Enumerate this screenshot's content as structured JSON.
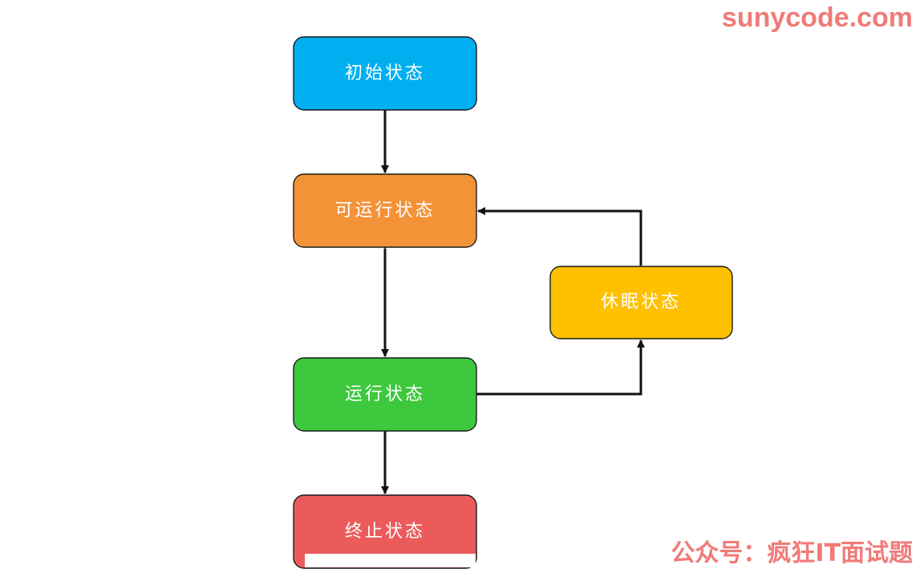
{
  "watermark": {
    "site": "sunycode.com",
    "account": "公众号：疯狂IT面试题",
    "color": "#f07b78"
  },
  "nodes": {
    "initial": {
      "label": "初始状态",
      "color": "#00aff0"
    },
    "runnable": {
      "label": "可运行状态",
      "color": "#f39237"
    },
    "running": {
      "label": "运行状态",
      "color": "#3dc83d"
    },
    "sleeping": {
      "label": "休眠状态",
      "color": "#ffc000"
    },
    "terminated": {
      "label": "终止状态",
      "color": "#ec5b5b"
    }
  },
  "edges": [
    {
      "from": "initial",
      "to": "runnable",
      "direction": "forward"
    },
    {
      "from": "runnable",
      "to": "running",
      "direction": "both"
    },
    {
      "from": "running",
      "to": "sleeping",
      "direction": "forward"
    },
    {
      "from": "sleeping",
      "to": "runnable",
      "direction": "forward"
    },
    {
      "from": "running",
      "to": "terminated",
      "direction": "forward"
    }
  ]
}
